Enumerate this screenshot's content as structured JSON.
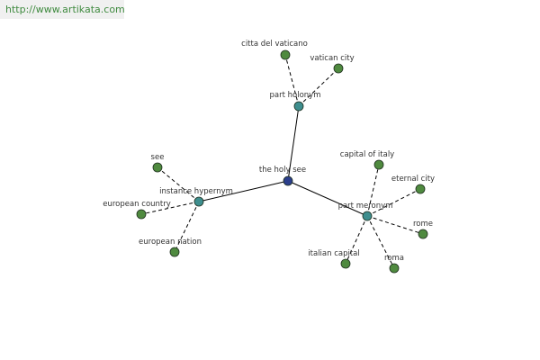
{
  "watermark": {
    "url": "http://www.artikata.com"
  },
  "colors": {
    "root": "#2b3e8c",
    "relation": "#3e8e8e",
    "leaf": "#4f8a3f",
    "stroke": "#1f2f1f",
    "edge": "#000000"
  },
  "nodes": [
    {
      "id": "root",
      "label": "the holy see",
      "kind": "root"
    },
    {
      "id": "holonym",
      "label": "part holonym",
      "kind": "relation"
    },
    {
      "id": "hypernym",
      "label": "instance hypernym",
      "kind": "relation"
    },
    {
      "id": "meronym",
      "label": "part meronym",
      "kind": "relation"
    },
    {
      "id": "citta",
      "label": "citta del vaticano",
      "kind": "leaf"
    },
    {
      "id": "vatican",
      "label": "vatican city",
      "kind": "leaf"
    },
    {
      "id": "see",
      "label": "see",
      "kind": "leaf"
    },
    {
      "id": "europeancountry",
      "label": "european country",
      "kind": "leaf"
    },
    {
      "id": "europeannation",
      "label": "european nation",
      "kind": "leaf"
    },
    {
      "id": "capital",
      "label": "capital of italy",
      "kind": "leaf"
    },
    {
      "id": "eternal",
      "label": "eternal city",
      "kind": "leaf"
    },
    {
      "id": "rome",
      "label": "rome",
      "kind": "leaf"
    },
    {
      "id": "roma",
      "label": "roma",
      "kind": "leaf"
    },
    {
      "id": "italiancapital",
      "label": "italian capital",
      "kind": "leaf"
    }
  ],
  "edges": [
    {
      "from": "root",
      "to": "holonym",
      "style": "solid"
    },
    {
      "from": "root",
      "to": "hypernym",
      "style": "solid"
    },
    {
      "from": "root",
      "to": "meronym",
      "style": "solid"
    },
    {
      "from": "holonym",
      "to": "citta",
      "style": "dashed"
    },
    {
      "from": "holonym",
      "to": "vatican",
      "style": "dashed"
    },
    {
      "from": "hypernym",
      "to": "see",
      "style": "dashed"
    },
    {
      "from": "hypernym",
      "to": "europeancountry",
      "style": "dashed"
    },
    {
      "from": "hypernym",
      "to": "europeannation",
      "style": "dashed"
    },
    {
      "from": "meronym",
      "to": "capital",
      "style": "dashed"
    },
    {
      "from": "meronym",
      "to": "eternal",
      "style": "dashed"
    },
    {
      "from": "meronym",
      "to": "rome",
      "style": "dashed"
    },
    {
      "from": "meronym",
      "to": "roma",
      "style": "dashed"
    },
    {
      "from": "meronym",
      "to": "italiancapital",
      "style": "dashed"
    }
  ]
}
